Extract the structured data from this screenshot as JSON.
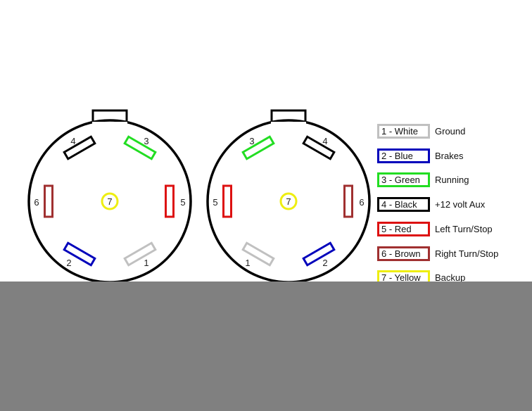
{
  "connectors": [
    {
      "name": "left",
      "pins": [
        {
          "n": "4",
          "color": "#000000"
        },
        {
          "n": "3",
          "color": "#22dd22"
        },
        {
          "n": "6",
          "color": "#a03030"
        },
        {
          "n": "5",
          "color": "#dd1111"
        },
        {
          "n": "2",
          "color": "#0000bb"
        },
        {
          "n": "1",
          "color": "#c0c0c0"
        },
        {
          "n": "7",
          "color": "#eeee11"
        }
      ]
    },
    {
      "name": "right",
      "pins": [
        {
          "n": "3",
          "color": "#22dd22"
        },
        {
          "n": "4",
          "color": "#000000"
        },
        {
          "n": "5",
          "color": "#dd1111"
        },
        {
          "n": "6",
          "color": "#a03030"
        },
        {
          "n": "1",
          "color": "#c0c0c0"
        },
        {
          "n": "2",
          "color": "#0000bb"
        },
        {
          "n": "7",
          "color": "#eeee11"
        }
      ]
    }
  ],
  "legend": [
    {
      "label": "1 - White",
      "desc": "Ground",
      "color": "#c0c0c0"
    },
    {
      "label": "2 - Blue",
      "desc": "Brakes",
      "color": "#0000bb"
    },
    {
      "label": "3 - Green",
      "desc": "Running",
      "color": "#22dd22"
    },
    {
      "label": "4 - Black",
      "desc": "+12 volt Aux",
      "color": "#000000"
    },
    {
      "label": "5 - Red",
      "desc": "Left Turn/Stop",
      "color": "#dd1111"
    },
    {
      "label": "6 - Brown",
      "desc": "Right Turn/Stop",
      "color": "#a03030"
    },
    {
      "label": "7 - Yellow",
      "desc": "Backup",
      "color": "#eeee11"
    }
  ]
}
